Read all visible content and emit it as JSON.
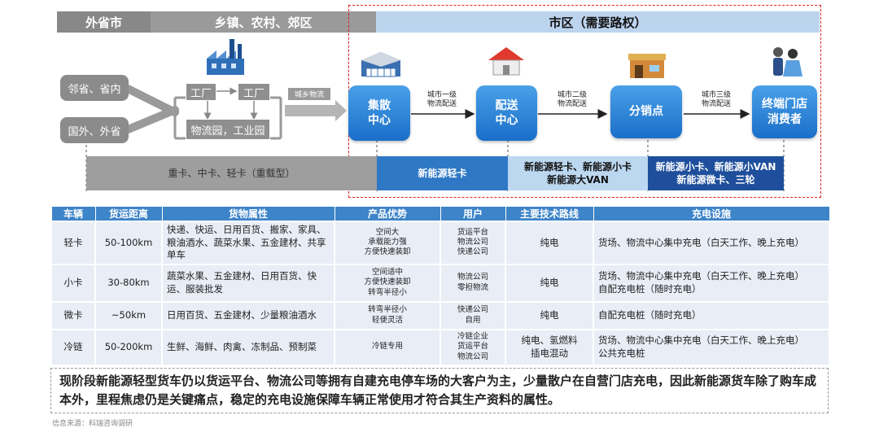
{
  "bands": {
    "left1": "外省市",
    "left2": "乡镇、农村、郊区",
    "right": "市区（需要路权）"
  },
  "sources": {
    "a": "邻省、省内",
    "b": "国外、外省"
  },
  "factories": {
    "f1": "工厂",
    "f2": "工厂",
    "park": "物流园，工业园"
  },
  "urban_rural_label": "城乡物流",
  "nodes": {
    "n1": "集散\n中心",
    "n2": "配送\n中心",
    "n3": "分销点",
    "n4": "终端门店\n消费者"
  },
  "edge_labels": {
    "e1": "城市一级\n物流配送",
    "e2": "城市二级\n物流配送",
    "e3": "城市三级\n物流配送"
  },
  "bars": {
    "b1": "重卡、中卡、轻卡（重载型）",
    "b2": "新能源轻卡",
    "b3": "新能源轻卡、新能源小卡\n新能源大VAN",
    "b4": "新能源小卡、新能源小VAN\n新能源微卡、三轮"
  },
  "table": {
    "headers": [
      "车辆",
      "货运距离",
      "货物属性",
      "产品优势",
      "用户",
      "主要技术路线",
      "充电设施"
    ],
    "rows": [
      [
        "轻卡",
        "50-100km",
        "快递、快运、日用百货、搬家、家具、粮油酒水、蔬菜水果、五金建材、共享单车",
        "空间大\n承载能力强\n方便快速装卸",
        "货运平台\n物流公司\n快递公司",
        "纯电",
        "货场、物流中心集中充电（白天工作、晚上充电）"
      ],
      [
        "小卡",
        "30-80km",
        "蔬菜水果、五金建材、日用百货、快运、服装批发",
        "空间适中\n方便快速装卸\n转弯半径小",
        "物流公司\n零担物流",
        "纯电",
        "货场、物流中心集中充电（白天工作、晚上充电）\n自配充电桩（随时充电）"
      ],
      [
        "微卡",
        "~50km",
        "日用百货、五金建材、少量粮油酒水",
        "转弯半径小\n轻便灵活",
        "快递公司\n自用",
        "纯电",
        "自配充电桩（随时充电）"
      ],
      [
        "冷链",
        "50-200km",
        "生鲜、海鲜、肉禽、冻制品、预制菜",
        "冷链专用",
        "冷链企业\n货运平台\n物流公司",
        "纯电、氢燃料\n插电混动",
        "货场、物流中心集中充电（白天工作、晚上充电）\n公共充电桩"
      ]
    ]
  },
  "note": "现阶段新能源轻型货车仍以货运平台、物流公司等拥有自建充电停车场的大客户为主，少量散户在自营门店充电，因此新能源货车除了购车成本外，里程焦虑仍是关键痛点，稳定的充电设施保障车辆正常使用才符合其生产资料的属性。",
  "source": "信息来源：科瑞咨询调研",
  "colors": {
    "gray": "#8f8f8f",
    "blue": "#1a6fc9",
    "lightblue": "#bcd7f0",
    "darkblue": "#1f4f9c",
    "header": "#3d84c8",
    "cell": "#e8edf6",
    "dash": "#e02020"
  }
}
